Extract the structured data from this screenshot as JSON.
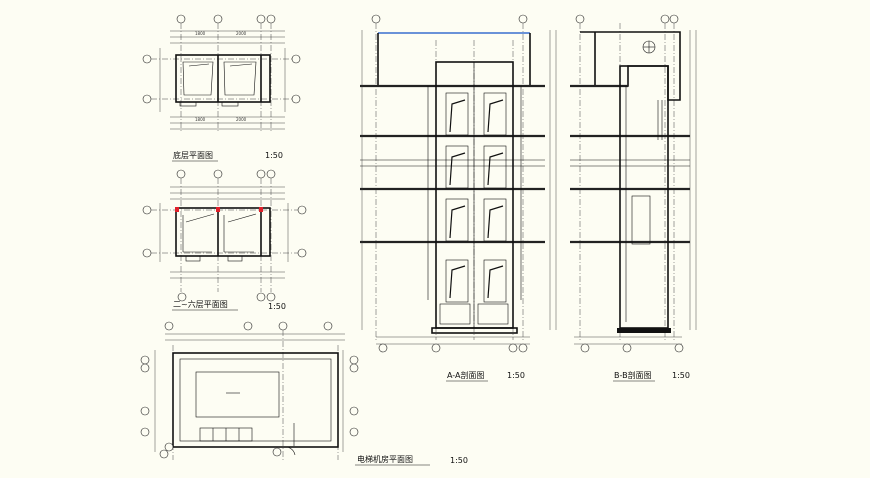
{
  "sheets": {
    "plan_ground": {
      "title": "底层平面图",
      "scale": "1:50"
    },
    "plan_typical": {
      "title": "二~六层平面图",
      "scale": "1:50"
    },
    "plan_machine_room": {
      "title": "电梯机房平面图",
      "scale": "1:50"
    },
    "section_aa": {
      "title": "A-A剖面图",
      "scale": "1:50"
    },
    "section_bb": {
      "title": "B-B剖面图",
      "scale": "1:50"
    }
  },
  "colors": {
    "background": "#fdfdf3",
    "line": "#111111",
    "accent_red": "#e0202a",
    "roof_blue": "#3a6fd0"
  }
}
